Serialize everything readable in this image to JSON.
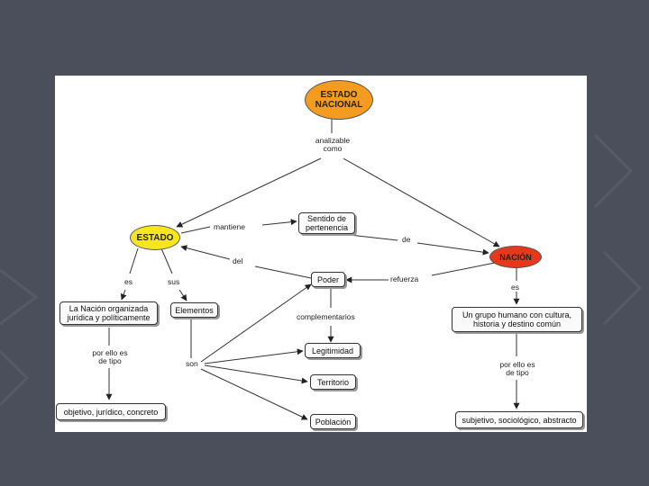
{
  "colors": {
    "background": "#4b4f5c",
    "estado_nacional": "#f39c1f",
    "estado": "#f5e620",
    "nacion": "#e8381c"
  },
  "nodes": {
    "estado_nacional": "ESTADO NACIONAL",
    "estado": "ESTADO",
    "nacion": "NACIÓN",
    "sentido_pertenencia": "Sentido de pertenencia",
    "poder": "Poder",
    "nacion_organizada": "La Nación organizada jurídica y políticamente",
    "elementos": "Elementos",
    "legitimidad": "Legitimidad",
    "territorio": "Territorio",
    "poblacion": "Población",
    "objetivo": "objetivo, jurídico, concreto",
    "grupo_humano": "Un grupo humano con cultura, historia y destino común",
    "subjetivo": "subjetivo, sociológico, abstracto"
  },
  "links": {
    "analizable_como": "analizable como",
    "mantiene": "mantiene",
    "de": "de",
    "del": "del",
    "refuerza": "refuerza",
    "es_estado": "es",
    "sus": "sus",
    "es_nacion": "es",
    "complementarios": "complementarios",
    "por_ello_izq": "por ello es de tipo",
    "son": "son",
    "por_ello_der": "por ello es de tipo"
  }
}
